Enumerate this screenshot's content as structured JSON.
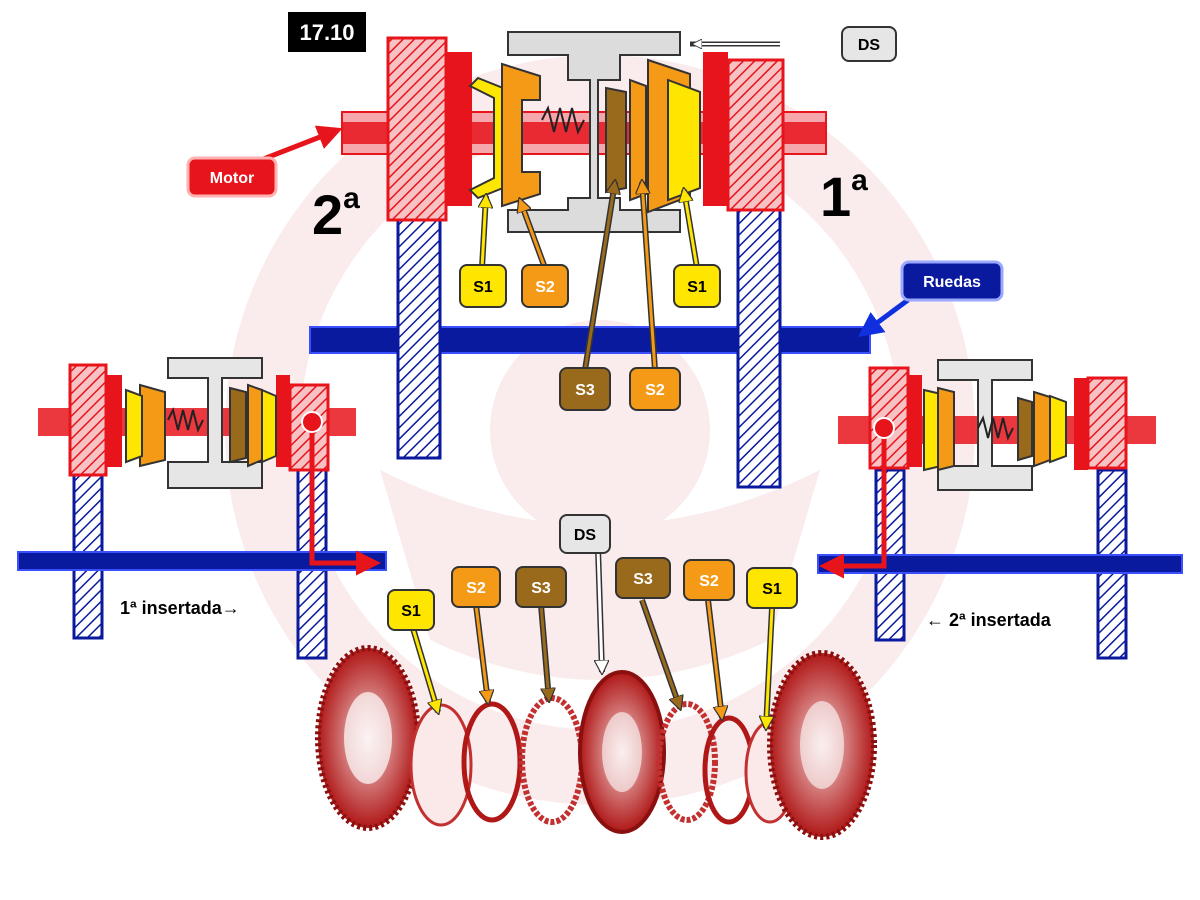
{
  "figure_id": "17.10",
  "labels": {
    "motor": "Motor",
    "ruedas": "Ruedas",
    "ds": "DS",
    "s1": "S1",
    "s2": "S2",
    "s3": "S3"
  },
  "gears": {
    "second": "2",
    "first": "1",
    "ordinal": "a"
  },
  "captions": {
    "first_inserted": "1ª insertada→",
    "second_inserted": "← 2ª insertada"
  },
  "colors": {
    "engine_red": "#e8141c",
    "wheels_blue": "#0a1a9e",
    "s1_yellow": "#ffe600",
    "s2_orange": "#f59a16",
    "s3_brown": "#9a6a1c",
    "ds_grey": "#e6e6e6",
    "badge_black": "#000000"
  }
}
